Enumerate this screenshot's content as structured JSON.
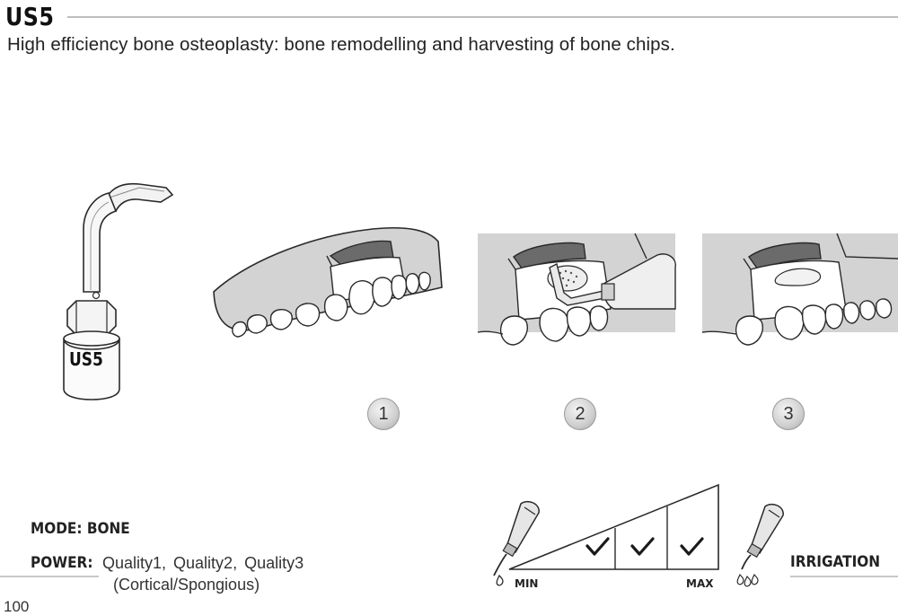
{
  "header": {
    "title": "US5",
    "subtitle": "High efficiency bone osteoplasty: bone remodelling and harvesting of bone chips."
  },
  "tip": {
    "label": "US5"
  },
  "steps": [
    {
      "number": "1"
    },
    {
      "number": "2"
    },
    {
      "number": "3"
    }
  ],
  "settings": {
    "mode_text": "MODE: BONE",
    "power_label": "POWER:",
    "power_values": "Quality1,  Quality2,  Quality3",
    "power_note": "(Cortical/Spongious)"
  },
  "power_scale": {
    "min_label": "MIN",
    "max_label": "MAX",
    "checked_levels": 3
  },
  "irrigation": {
    "label": "IRRIGATION"
  },
  "footer": {
    "page_number": "100"
  },
  "colors": {
    "gum_gray": "#d3d3d3",
    "bone_dark": "#6b6b6b",
    "line": "#2a2a2a"
  }
}
